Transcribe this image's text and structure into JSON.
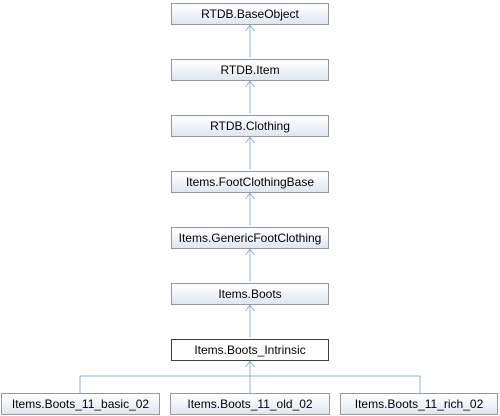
{
  "diagram": {
    "nodes": {
      "base_object": "RTDB.BaseObject",
      "item": "RTDB.Item",
      "clothing": "RTDB.Clothing",
      "foot_clothing_base": "Items.FootClothingBase",
      "generic_foot_clothing": "Items.GenericFootClothing",
      "boots": "Items.Boots",
      "boots_intrinsic": "Items.Boots_Intrinsic",
      "boots_11_basic_02": "Items.Boots_11_basic_02",
      "boots_11_old_02": "Items.Boots_11_old_02",
      "boots_11_rich_02": "Items.Boots_11_rich_02"
    },
    "highlighted_node": "boots_intrinsic",
    "colors": {
      "arrow": "#8fb3d9",
      "node_border": "#999999",
      "highlight_border": "#404040"
    }
  }
}
